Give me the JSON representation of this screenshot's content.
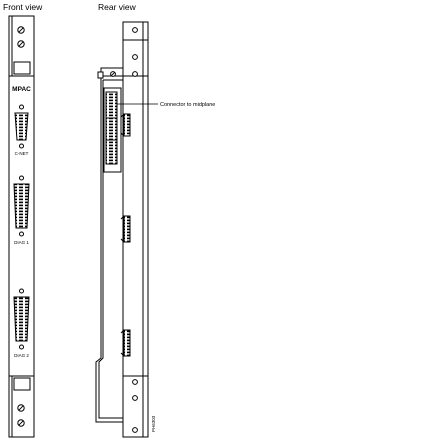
{
  "views": {
    "front_title": "Front view",
    "rear_title": "Rear view"
  },
  "front_panel": {
    "card_label": "MPAC",
    "connectors": [
      {
        "label": "C-NET"
      },
      {
        "label": "DIAG 1"
      },
      {
        "label": "DIAG 2"
      }
    ]
  },
  "rear_panel": {
    "callout": "Connector to midplane",
    "figure_id": "PH6303"
  }
}
